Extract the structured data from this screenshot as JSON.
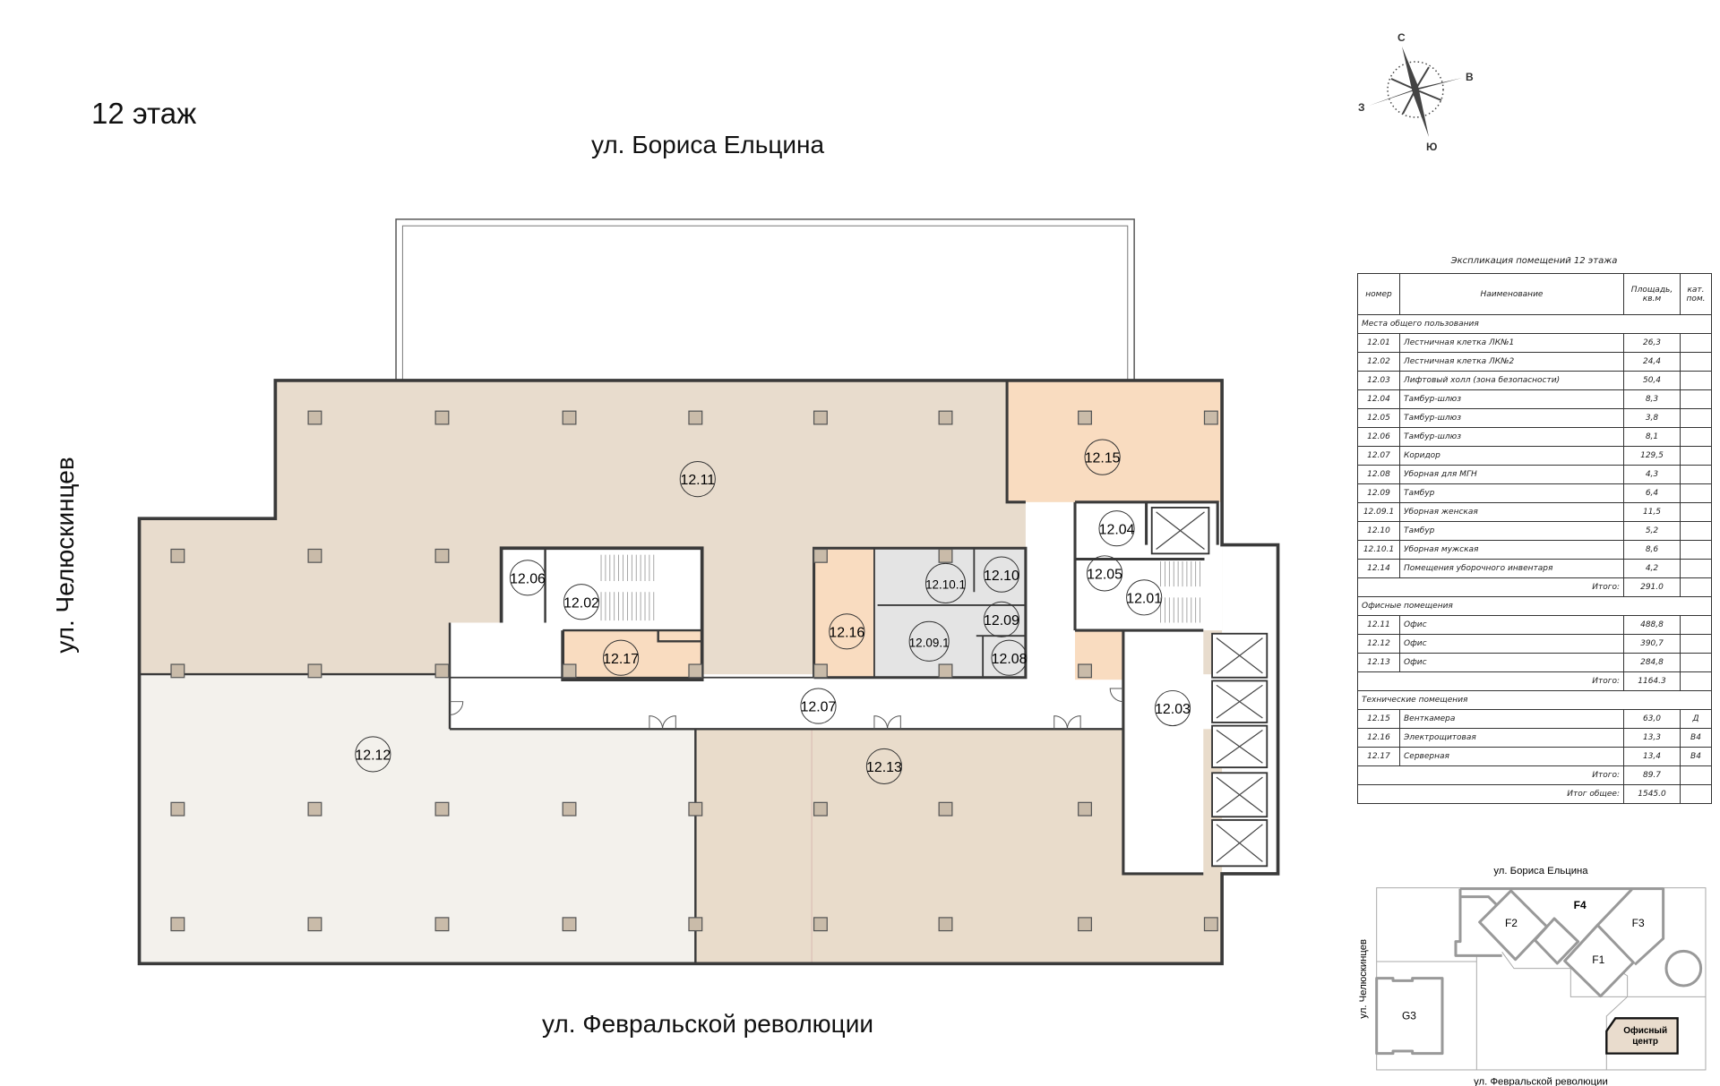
{
  "title": "12 этаж",
  "streets": {
    "top": "ул. Бориса Ельцина",
    "bottom": "ул. Февральской революции",
    "left": "ул. Челюскинцев"
  },
  "compass": {
    "north": "С",
    "east": "В",
    "south": "Ю",
    "west": "З"
  },
  "plan": {
    "colors": {
      "office_11": "#e8dccd",
      "office_12": "#f3f1ec",
      "office_13": "#e9dccb",
      "technical": "#f9dcc0",
      "wc": "#e4e4e4"
    },
    "rooms": [
      {
        "label": "12.11"
      },
      {
        "label": "12.15"
      },
      {
        "label": "12.04"
      },
      {
        "label": "12.05"
      },
      {
        "label": "12.01"
      },
      {
        "label": "12.06"
      },
      {
        "label": "12.02"
      },
      {
        "label": "12.17"
      },
      {
        "label": "12.16"
      },
      {
        "label": "12.10.1"
      },
      {
        "label": "12.10"
      },
      {
        "label": "12.09"
      },
      {
        "label": "12.09.1"
      },
      {
        "label": "12.08"
      },
      {
        "label": "12.07"
      },
      {
        "label": "12.03"
      },
      {
        "label": "12.12"
      },
      {
        "label": "12.13"
      }
    ]
  },
  "explication": {
    "title": "Экспликация помещений 12 этажа",
    "headers": {
      "number": "номер",
      "name": "Наименование",
      "area": "Площадь, кв.м",
      "category": "кат. пом."
    },
    "sections": [
      {
        "title": "Места общего пользования",
        "rows": [
          {
            "number": "12.01",
            "name": "Лестничная клетка ЛК№1",
            "area": "26,3",
            "category": ""
          },
          {
            "number": "12.02",
            "name": "Лестничная клетка ЛК№2",
            "area": "24,4",
            "category": ""
          },
          {
            "number": "12.03",
            "name": "Лифтовый холл (зона безопасности)",
            "area": "50,4",
            "category": ""
          },
          {
            "number": "12.04",
            "name": "Тамбур-шлюз",
            "area": "8,3",
            "category": ""
          },
          {
            "number": "12.05",
            "name": "Тамбур-шлюз",
            "area": "3,8",
            "category": ""
          },
          {
            "number": "12.06",
            "name": "Тамбур-шлюз",
            "area": "8,1",
            "category": ""
          },
          {
            "number": "12.07",
            "name": "Коридор",
            "area": "129,5",
            "category": ""
          },
          {
            "number": "12.08",
            "name": "Уборная для МГН",
            "area": "4,3",
            "category": ""
          },
          {
            "number": "12.09",
            "name": "Тамбур",
            "area": "6,4",
            "category": ""
          },
          {
            "number": "12.09.1",
            "name": "Уборная женская",
            "area": "11,5",
            "category": ""
          },
          {
            "number": "12.10",
            "name": "Тамбур",
            "area": "5,2",
            "category": ""
          },
          {
            "number": "12.10.1",
            "name": "Уборная мужская",
            "area": "8,6",
            "category": ""
          },
          {
            "number": "12.14",
            "name": "Помещения уборочного инвентаря",
            "area": "4,2",
            "category": ""
          }
        ],
        "total_label": "Итого:",
        "total": "291.0"
      },
      {
        "title": "Офисные помещения",
        "rows": [
          {
            "number": "12.11",
            "name": "Офис",
            "area": "488,8",
            "category": ""
          },
          {
            "number": "12.12",
            "name": "Офис",
            "area": "390,7",
            "category": ""
          },
          {
            "number": "12.13",
            "name": "Офис",
            "area": "284,8",
            "category": ""
          }
        ],
        "total_label": "Итого:",
        "total": "1164.3"
      },
      {
        "title": "Технические помещения",
        "rows": [
          {
            "number": "12.15",
            "name": "Венткамера",
            "area": "63,0",
            "category": "Д"
          },
          {
            "number": "12.16",
            "name": "Электрощитовая",
            "area": "13,3",
            "category": "В4"
          },
          {
            "number": "12.17",
            "name": "Серверная",
            "area": "13,4",
            "category": "В4"
          }
        ],
        "total_label": "Итого:",
        "total": "89.7"
      }
    ],
    "grand_total_label": "Итог общее:",
    "grand_total": "1545.0"
  },
  "site_map": {
    "street_top": "ул. Бориса Ельцина",
    "street_bottom": "ул. Февральской революции",
    "street_left": "ул. Челюскинцев",
    "buildings": [
      "F4",
      "F2",
      "F3",
      "F1",
      "G3"
    ],
    "highlight_line1": "Офисный",
    "highlight_line2": "центр",
    "highlight_color": "#e9dccd"
  }
}
